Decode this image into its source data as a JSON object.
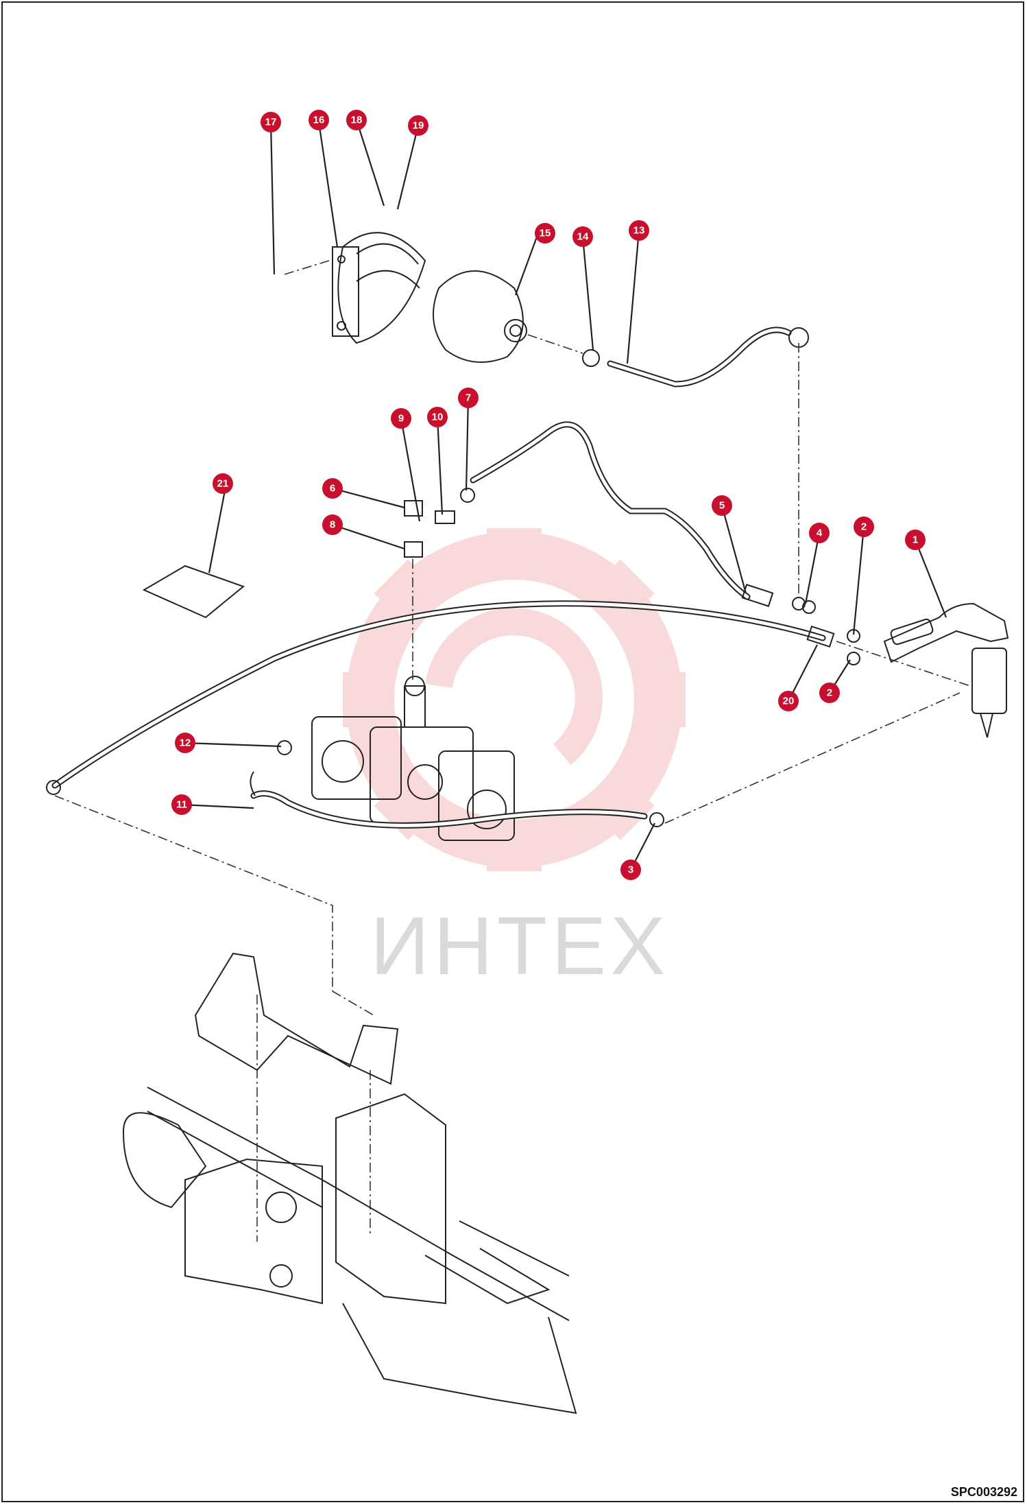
{
  "watermark": {
    "text": "ИНТЕХ",
    "color": "#e8a0a0"
  },
  "drawing_code": "SPC003292",
  "callout_color": "#c8102e",
  "callouts": [
    {
      "label": "1"
    },
    {
      "label": "2"
    },
    {
      "label": "2"
    },
    {
      "label": "3"
    },
    {
      "label": "4"
    },
    {
      "label": "5"
    },
    {
      "label": "6"
    },
    {
      "label": "7"
    },
    {
      "label": "8"
    },
    {
      "label": "9"
    },
    {
      "label": "10"
    },
    {
      "label": "11"
    },
    {
      "label": "12"
    },
    {
      "label": "13"
    },
    {
      "label": "14"
    },
    {
      "label": "15"
    },
    {
      "label": "16"
    },
    {
      "label": "17"
    },
    {
      "label": "18"
    },
    {
      "label": "19"
    },
    {
      "label": "20"
    },
    {
      "label": "21"
    }
  ]
}
